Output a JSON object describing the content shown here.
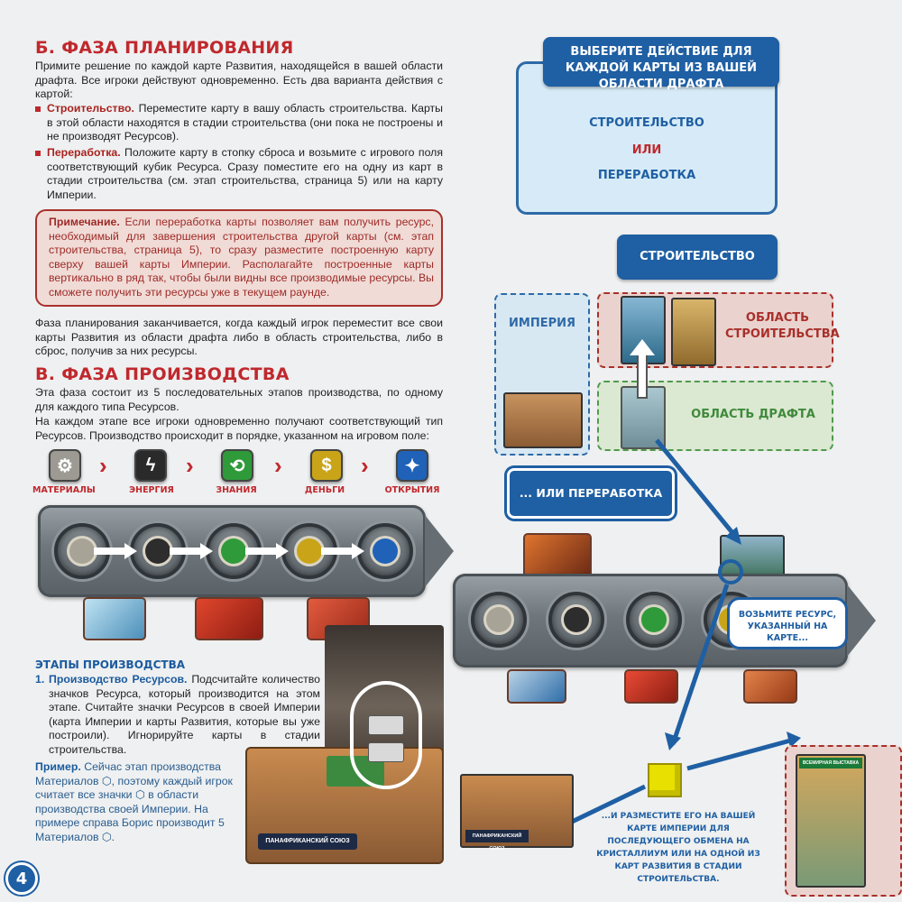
{
  "phase_b": {
    "title": "Б. ФАЗА ПЛАНИРОВАНИЯ",
    "intro": "Примите решение по каждой карте Развития, находящейся в вашей области драфта. Все игроки действуют одновременно. Есть два варианта действия с картой:",
    "build_term": "Строительство.",
    "build_text": " Переместите карту в вашу область строительства. Карты в этой области находятся в стадии строительства (они пока не построены и не производят Ресурсов).",
    "recycle_term": "Переработка.",
    "recycle_text": " Положите карту в стопку сброса и возьмите с игрового поля соответствующий кубик Ресурса. Сразу поместите его на одну из карт в стадии строительства (см. этап строительства, страница 5) или на карту Империи.",
    "note_term": "Примечание.",
    "note_text": " Если переработка карты позволяет вам получить ресурс, необходимый для завершения строительства другой карты (см. этап строительства, страница 5), то сразу разместите построенную карту сверху вашей карты Империи. Располагайте построенные карты вертикально в ряд так, чтобы были видны все производимые ресурсы. Вы сможете получить эти ресурсы уже в текущем раунде.",
    "outro": "Фаза планирования заканчивается, когда каждый игрок переместит все свои карты Развития из области драфта либо в область строительства, либо в сброс, получив за них ресурсы."
  },
  "phase_c": {
    "title": "В. ФАЗА ПРОИЗВОДСТВА",
    "p1": "Эта фаза состоит из 5 последовательных этапов производства, по одному для каждого типа Ресурсов.",
    "p2": "На каждом этапе все игроки одновременно получают соответствующий тип Ресурсов. Производство происходит в порядке, указанном на игровом поле:"
  },
  "resources": [
    {
      "label": "МАТЕРИАЛЫ",
      "glyph": "⚙",
      "color": "#9c9a93"
    },
    {
      "label": "ЭНЕРГИЯ",
      "glyph": "ϟ",
      "color": "#2a2a2a"
    },
    {
      "label": "ЗНАНИЯ",
      "glyph": "⟲",
      "color": "#2f9a3a"
    },
    {
      "label": "ДЕНЬГИ",
      "glyph": "$",
      "color": "#c9a419"
    },
    {
      "label": "ОТКРЫТИЯ",
      "glyph": "✦",
      "color": "#1f62b8"
    }
  ],
  "stages": {
    "title": "ЭТАПЫ ПРОИЗВОДСТВА",
    "item_num": "1.",
    "item_term": "Производство Ресурсов.",
    "item_text": " Подсчитайте количество значков Ресурса, который производится на этом этапе. Считайте значки Ресурсов в своей Империи (карта Империи и карты Развития, которые вы уже построили). Игнорируйте карты в стадии строительства.",
    "example_term": "Пример.",
    "example_text": " Сейчас этап производства Материалов ⬡, поэтому каждый игрок считает все значки ⬡ в области производства своей Империи. На примере справа Борис производит 5 Материалов ⬡.",
    "empire_card_label": "ПАНАФРИКАНСКИЙ СОЮЗ"
  },
  "right": {
    "top_caption": "ВЫБЕРИТЕ ДЕЙСТВИЕ ДЛЯ КАЖДОЙ КАРТЫ ИЗ ВАШЕЙ ОБЛАСТИ ДРАФТА",
    "option_build": "СТРОИТЕЛЬСТВО",
    "option_or": "ИЛИ",
    "option_recycle": "ПЕРЕРАБОТКА",
    "build_caption": "СТРОИТЕЛЬСТВО",
    "empire_label": "ИМПЕРИЯ",
    "construction_label": "ОБЛАСТЬ СТРОИТЕЛЬСТВА",
    "draft_label": "ОБЛАСТЬ ДРАФТА",
    "recycle_caption": "... ИЛИ ПЕРЕРАБОТКА",
    "take_resource": "ВОЗЬМИТЕ РЕСУРС, УКАЗАННЫЙ НА КАРТЕ...",
    "place_text": "...И РАЗМЕСТИТЕ ЕГО НА ВАШЕЙ КАРТЕ ИМПЕРИИ ДЛЯ ПОСЛЕДУЮЩЕГО ОБМЕНА НА КРИСТАЛЛИУМ ИЛИ НА ОДНОЙ ИЗ КАРТ РАЗВИТИЯ В СТАДИИ СТРОИТЕЛЬСТВА.",
    "empire_card_label": "ПАНАФРИКАНСКИЙ СОЮЗ",
    "dev_card_label": "ВСЕМИРНАЯ ВЫСТАВКА"
  },
  "page_number": "4",
  "colors": {
    "red": "#c0282d",
    "blue": "#1f5fa3",
    "yellow_cube": "#e8e000"
  }
}
